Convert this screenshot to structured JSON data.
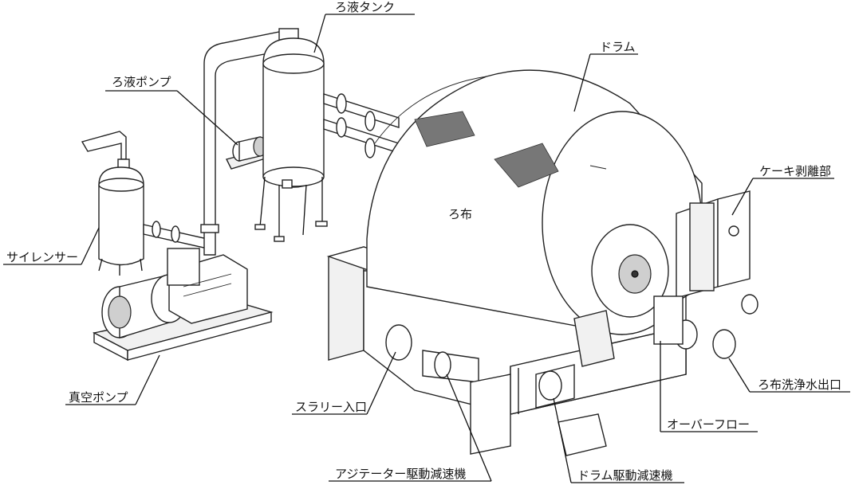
{
  "labels": {
    "filtrate_tank": "ろ液タンク",
    "filtrate_pump": "ろ液ポンプ",
    "drum": "ドラム",
    "silencer": "サイレンサー",
    "filter_cloth": "ろ布",
    "cake_discharge": "ケーキ剥離部",
    "vacuum_pump": "真空ポンプ",
    "cloth_wash_outlet": "ろ布洗浄水出口",
    "slurry_inlet": "スラリー入口",
    "overflow": "オーバーフロー",
    "agitator_drive": "アジテーター駆動減速機",
    "drum_drive": "ドラム駆動減速機"
  },
  "colors": {
    "line": "#111111",
    "fill": "#ffffff",
    "shade": "#cfcfcf",
    "mesh": "#555555"
  }
}
